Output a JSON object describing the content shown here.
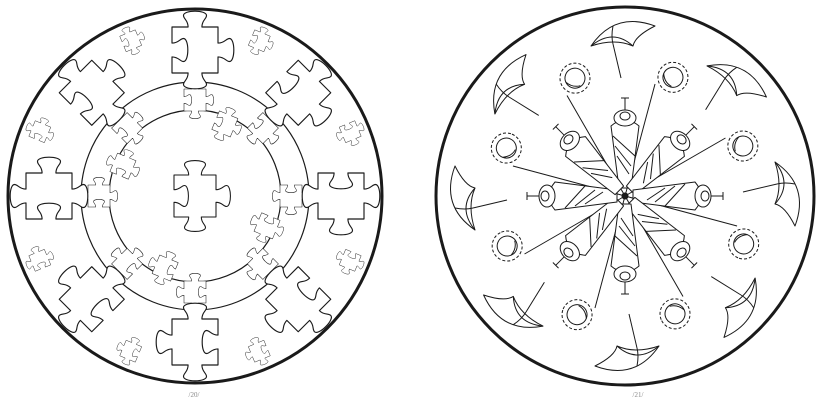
{
  "pages": [
    {
      "subject": "puzzle-pieces-mandala",
      "page_number": "/20/"
    },
    {
      "subject": "umbrella-sun-ice-cream-mandala",
      "page_number": "/21/"
    }
  ],
  "colors": {
    "ink": "#1a1a1a",
    "paper": "#ffffff"
  }
}
